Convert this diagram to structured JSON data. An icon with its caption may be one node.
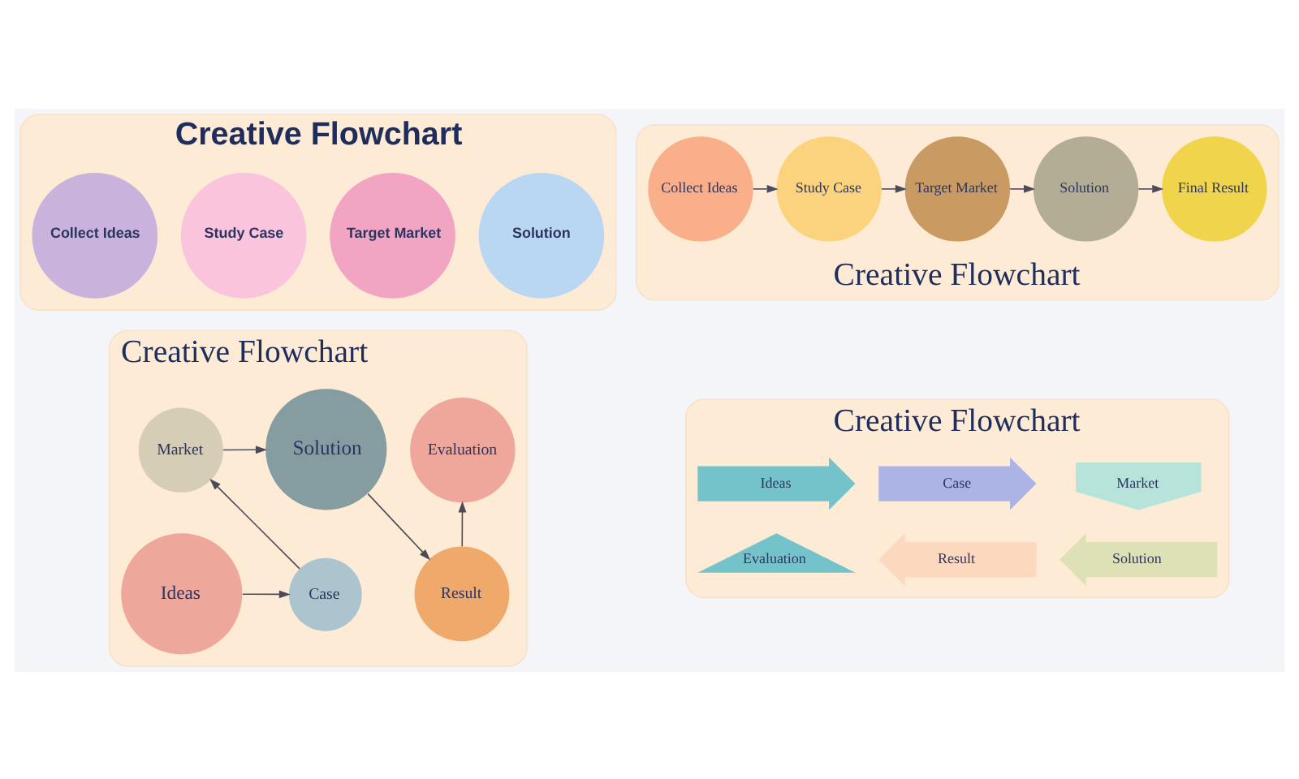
{
  "diagram": {
    "nodes": [
      {
        "text": [
          "Creative Flowchart"
        ]
      },
      {
        "text": [
          "Collect Ideas"
        ],
        "in": 0
      },
      {
        "text": [
          "Study Case"
        ],
        "in": 0
      },
      {
        "text": [
          "Target Market"
        ],
        "in": 0
      },
      {
        "text": [
          "Solution"
        ],
        "in": 0
      },
      {
        "text": [
          "Creative Flowchart"
        ]
      },
      {
        "text": [
          "Collect Ideas"
        ],
        "in": 5
      },
      {
        "text": [
          "Study Case"
        ],
        "in": 5
      },
      {
        "text": [
          "Target Market"
        ],
        "in": 5
      },
      {
        "text": [
          "Solution"
        ],
        "in": 5
      },
      {
        "text": [
          "Final Result"
        ],
        "in": 5
      },
      {
        "text": [
          "Creative Flowchart"
        ]
      },
      {
        "text": [
          "Ideas"
        ],
        "in": 11
      },
      {
        "text": [
          "Case"
        ],
        "in": 11
      },
      {
        "text": [
          "Market"
        ],
        "in": 11
      },
      {
        "text": [
          "Solution"
        ],
        "in": 11
      },
      {
        "text": [
          "Result"
        ],
        "in": 11
      },
      {
        "text": [
          "Evaluation"
        ],
        "in": 11
      },
      {
        "text": [
          "Creative Flowchart"
        ]
      },
      {
        "text": [
          "Ideas"
        ],
        "in": 18
      },
      {
        "text": [
          "Case"
        ],
        "in": 18
      },
      {
        "text": [
          "Market"
        ],
        "in": 18
      },
      {
        "text": [
          "Solution"
        ],
        "in": 18
      },
      {
        "text": [
          "Result"
        ],
        "in": 18
      },
      {
        "text": [
          "Evaluation"
        ],
        "in": 18
      }
    ],
    "edges": [
      {
        "from": 6,
        "to": 7,
        "arrow": "to"
      },
      {
        "from": 7,
        "to": 8,
        "arrow": "to"
      },
      {
        "from": 8,
        "to": 9,
        "arrow": "to"
      },
      {
        "from": 9,
        "to": 10,
        "arrow": "to"
      },
      {
        "from": 12,
        "to": 13,
        "arrow": "to"
      },
      {
        "from": 13,
        "to": 14,
        "arrow": "to"
      },
      {
        "from": 14,
        "to": 15,
        "arrow": "to"
      },
      {
        "from": 15,
        "to": 16,
        "arrow": "to"
      },
      {
        "from": 16,
        "to": 17,
        "arrow": "to"
      }
    ]
  }
}
